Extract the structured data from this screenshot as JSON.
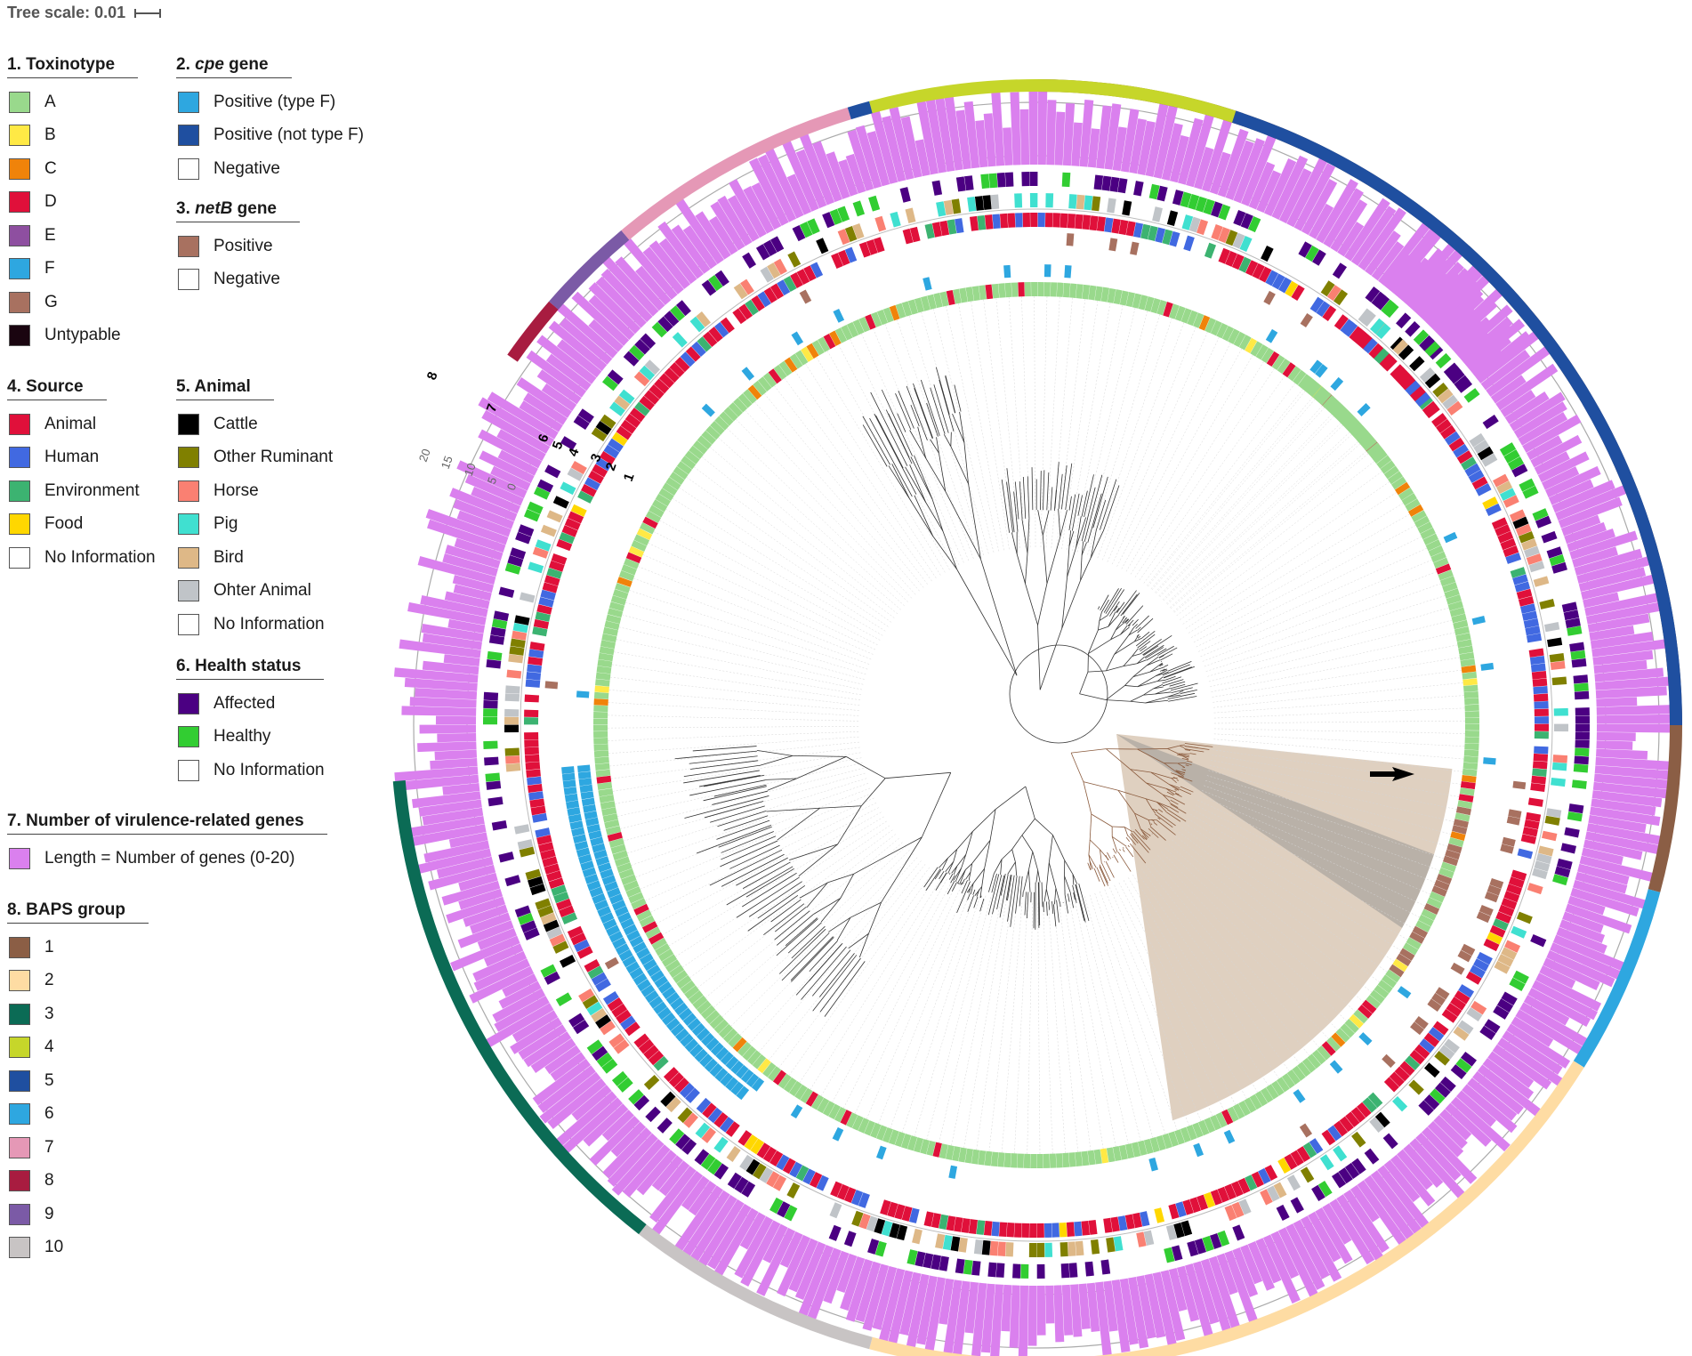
{
  "scale": {
    "label": "Tree scale: 0.01"
  },
  "legends": [
    {
      "id": "toxinotype",
      "title": "1. Toxinotype",
      "title_parts": null,
      "items": [
        {
          "label": "A",
          "color": "#99d98c"
        },
        {
          "label": "B",
          "color": "#ffe945"
        },
        {
          "label": "C",
          "color": "#f0830a"
        },
        {
          "label": "D",
          "color": "#e0103a"
        },
        {
          "label": "E",
          "color": "#8e4fa0"
        },
        {
          "label": "F",
          "color": "#2ea7e0"
        },
        {
          "label": "G",
          "color": "#a87160"
        },
        {
          "label": "Untypable",
          "color": "#1a0510"
        }
      ]
    },
    {
      "id": "cpe",
      "title": "2. cpe gene",
      "title_parts": [
        "2.",
        "cpe",
        "gene"
      ],
      "items": [
        {
          "label": "Positive (type F)",
          "color": "#2ea7e0"
        },
        {
          "label": "Positive (not type F)",
          "color": "#1f4fa0"
        },
        {
          "label": "Negative",
          "color": "#ffffff"
        }
      ]
    },
    {
      "id": "netb",
      "title": "3. netB gene",
      "title_parts": [
        "3.",
        "netB",
        "gene"
      ],
      "items": [
        {
          "label": "Positive",
          "color": "#a87160"
        },
        {
          "label": "Negative",
          "color": "#ffffff"
        }
      ]
    },
    {
      "id": "source",
      "title": "4. Source",
      "title_parts": null,
      "items": [
        {
          "label": "Animal",
          "color": "#e0103a"
        },
        {
          "label": "Human",
          "color": "#4169e1"
        },
        {
          "label": "Environment",
          "color": "#3cb371"
        },
        {
          "label": "Food",
          "color": "#ffd700"
        },
        {
          "label": "No Information",
          "color": "#ffffff"
        }
      ]
    },
    {
      "id": "animal",
      "title": "5. Animal",
      "title_parts": null,
      "items": [
        {
          "label": "Cattle",
          "color": "#000000"
        },
        {
          "label": "Other Ruminant",
          "color": "#808000"
        },
        {
          "label": "Horse",
          "color": "#fa8072"
        },
        {
          "label": "Pig",
          "color": "#40e0d0"
        },
        {
          "label": "Bird",
          "color": "#deb887"
        },
        {
          "label": "Ohter Animal",
          "color": "#c0c4c8"
        },
        {
          "label": "No Information",
          "color": "#ffffff"
        }
      ]
    },
    {
      "id": "health",
      "title": "6. Health status",
      "title_parts": null,
      "items": [
        {
          "label": "Affected",
          "color": "#4b0082"
        },
        {
          "label": "Healthy",
          "color": "#32cd32"
        },
        {
          "label": "No Information",
          "color": "#ffffff"
        }
      ]
    },
    {
      "id": "virulence",
      "title": "7. Number of virulence-related genes",
      "title_parts": null,
      "items": [
        {
          "label": "Length = Number of genes (0-20)",
          "color": "#da80ee"
        }
      ]
    },
    {
      "id": "baps",
      "title": "8. BAPS group",
      "title_parts": null,
      "items": [
        {
          "label": "1",
          "color": "#8b5e45"
        },
        {
          "label": "2",
          "color": "#fedca3"
        },
        {
          "label": "3",
          "color": "#0b6b55"
        },
        {
          "label": "4",
          "color": "#c6d62a"
        },
        {
          "label": "5",
          "color": "#1f4fa0"
        },
        {
          "label": "6",
          "color": "#2ea7e0"
        },
        {
          "label": "7",
          "color": "#e598b6"
        },
        {
          "label": "8",
          "color": "#a81c40"
        },
        {
          "label": "9",
          "color": "#7b5aa6"
        },
        {
          "label": "10",
          "color": "#c8c4c4"
        }
      ]
    }
  ],
  "ring_labels": [
    "1",
    "2",
    "3",
    "4",
    "5",
    "6",
    "7",
    "8"
  ],
  "axis_ticks": [
    "0",
    "5",
    "10",
    "15",
    "20"
  ],
  "baps_arcs": [
    {
      "group": "1",
      "start": 0,
      "end": 105
    },
    {
      "group": "6",
      "start": 105,
      "end": 122
    },
    {
      "group": "2",
      "start": 122,
      "end": 195
    },
    {
      "group": "10",
      "start": 195,
      "end": 218
    },
    {
      "group": "3",
      "start": 218,
      "end": 265
    },
    {
      "group": "8",
      "start": 305,
      "end": 311
    },
    {
      "group": "9",
      "start": 311,
      "end": 320
    },
    {
      "group": "7",
      "start": 320,
      "end": 343
    },
    {
      "group": "5",
      "start": 343,
      "end": 345
    },
    {
      "group": "4",
      "start": 345,
      "end": 378
    },
    {
      "group": "5",
      "start": 378,
      "end": 450
    }
  ]
}
